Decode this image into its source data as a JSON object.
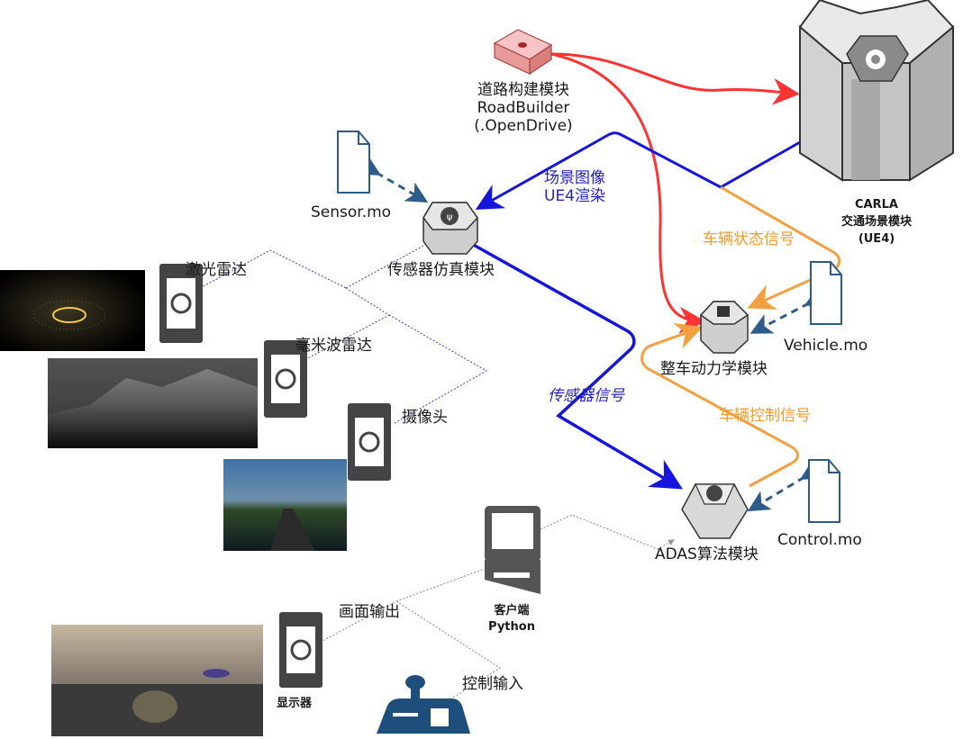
{
  "road_builder": {
    "line1": "道路构建模块",
    "line2": "RoadBuilder",
    "line3": "(.OpenDrive)"
  },
  "carla": {
    "line1": "CARLA",
    "line2": "交通场景模块",
    "line3": "(UE4)"
  },
  "scene_render": {
    "line1": "场景图像",
    "line2": "UE4渲染"
  },
  "sensor_file": "Sensor.mo",
  "sensor_module": "传感器仿真模块",
  "lidar": "激光雷达",
  "radar": "毫米波雷达",
  "camera": "摄像头",
  "vehicle_state": "车辆状态信号",
  "vehicle_file": "Vehicle.mo",
  "dynamics_module": "整车动力学模块",
  "sensor_signal": "传感器信号",
  "control_signal": "车辆控制信号",
  "control_file": "Control.mo",
  "adas_module": "ADAS算法模块",
  "client": {
    "line1": "客户端",
    "line2": "Python"
  },
  "display_out": "画面输出",
  "display": "显示器",
  "control_in": "控制输入",
  "colors": {
    "red": "#ff3333",
    "blue": "#1515dd",
    "orange": "#f5a040",
    "dash": "#2e5c8a"
  }
}
